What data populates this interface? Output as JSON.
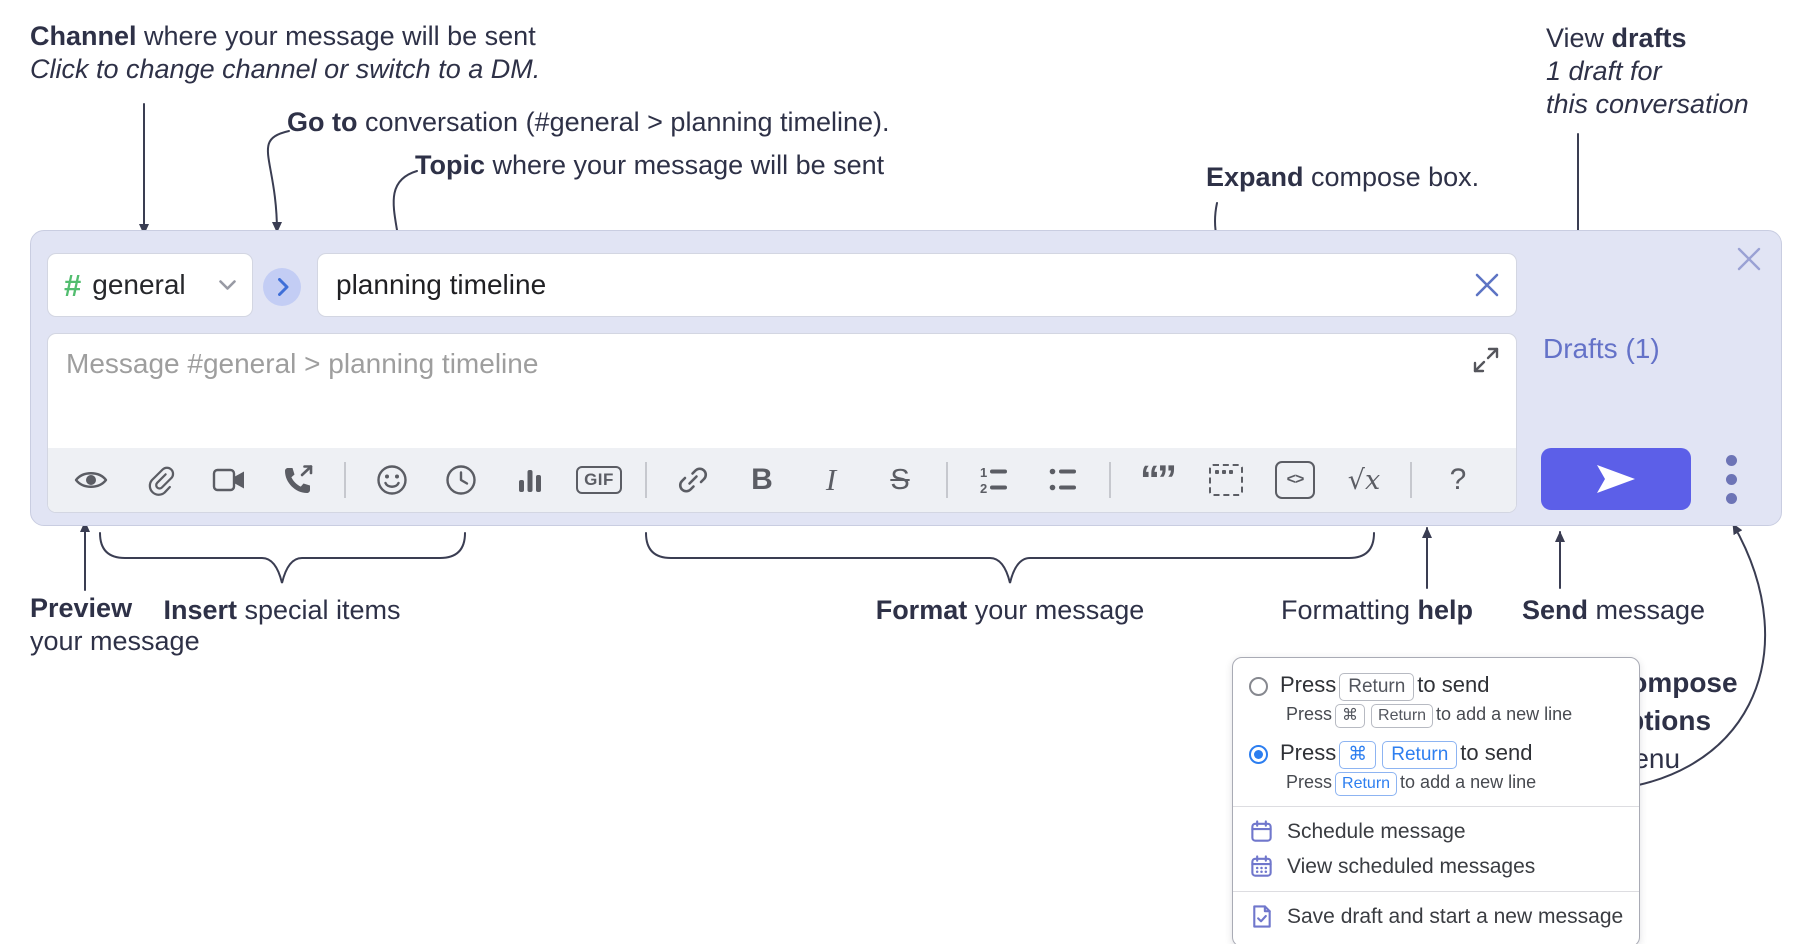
{
  "colors": {
    "annotation_text": "#2e3147",
    "leader_lines": "#3a3d52",
    "compose_background": "#e1e4f4",
    "toolbar_background": "#eef0f4",
    "hash_green": "#52bd6f",
    "send_button": "#5c5fe8",
    "drafts_link": "#6472c8",
    "radio_blue": "#2c7ef0",
    "menu_icon_purple": "#7077cc"
  },
  "annotations": {
    "channel_line1": [
      {
        "text": "Channel",
        "bold": true
      },
      {
        "text": " where your message will be sent"
      }
    ],
    "channel_line2": [
      {
        "text": "Click to change channel or switch to a DM.",
        "italic": true
      }
    ],
    "goto": [
      {
        "text": "Go to",
        "bold": true
      },
      {
        "text": " conversation (#general > planning timeline)."
      }
    ],
    "topic": [
      {
        "text": "Topic",
        "bold": true
      },
      {
        "text": " where your message will be sent"
      }
    ],
    "expand": [
      {
        "text": "Expand",
        "bold": true
      },
      {
        "text": " compose box."
      }
    ],
    "drafts_line1": [
      {
        "text": "View "
      },
      {
        "text": "drafts",
        "bold": true
      }
    ],
    "drafts_line2": [
      {
        "text": "1 draft for",
        "italic": true
      }
    ],
    "drafts_line3": [
      {
        "text": "this conversation",
        "italic": true
      }
    ],
    "preview_line1": [
      {
        "text": "Preview",
        "bold": true
      }
    ],
    "preview_line2": [
      {
        "text": "your message"
      }
    ],
    "insert": [
      {
        "text": "Insert",
        "bold": true
      },
      {
        "text": " special items"
      }
    ],
    "format": [
      {
        "text": "Format",
        "bold": true
      },
      {
        "text": " your message"
      }
    ],
    "help": [
      {
        "text": "Formatting "
      },
      {
        "text": "help",
        "bold": true
      }
    ],
    "send": [
      {
        "text": "Send",
        "bold": true
      },
      {
        "text": " message"
      }
    ],
    "options_line1": [
      {
        "text": "Compose",
        "bold": true
      }
    ],
    "options_line2": [
      {
        "text": "options",
        "bold": true
      }
    ],
    "options_line3": [
      {
        "text": "menu"
      }
    ]
  },
  "compose": {
    "channel": {
      "hash": "#",
      "name": "general"
    },
    "topic_value": "planning timeline",
    "message_placeholder": "Message #general > planning timeline",
    "drafts_link": "Drafts (1)",
    "toolbar": {
      "gif": "GIF",
      "bold": "B",
      "italic": "I",
      "strike": "S",
      "quote": "“”",
      "code": "<>",
      "math": "√x",
      "help": "?",
      "icons": [
        "eye-preview",
        "paperclip-attach",
        "video-camera-call",
        "phone-call",
        "emoji-smiley",
        "clock-time",
        "bar-chart-poll",
        "gif",
        "link",
        "bold",
        "italic",
        "strikethrough",
        "numbered-list",
        "bulleted-list",
        "quote",
        "spoiler",
        "code",
        "math",
        "help"
      ]
    }
  },
  "menu": {
    "options": [
      {
        "selected": false,
        "main": [
          {
            "text": "Press"
          },
          {
            "text": "Return",
            "kbd": "gray"
          },
          {
            "text": "to send"
          }
        ],
        "sub": [
          {
            "text": "Press"
          },
          {
            "text": "⌘",
            "kbd": "gray"
          },
          {
            "text": "Return",
            "kbd": "gray"
          },
          {
            "text": "to add a new line"
          }
        ]
      },
      {
        "selected": true,
        "main": [
          {
            "text": "Press"
          },
          {
            "text": "⌘",
            "kbd": "blue"
          },
          {
            "text": "Return",
            "kbd": "blue"
          },
          {
            "text": "to send"
          }
        ],
        "sub": [
          {
            "text": "Press"
          },
          {
            "text": "Return",
            "kbd": "blue"
          },
          {
            "text": "to add a new line"
          }
        ]
      }
    ],
    "items": [
      {
        "icon": "calendar-icon",
        "label": "Schedule message"
      },
      {
        "icon": "calendar-grid-icon",
        "label": "View scheduled messages"
      },
      {
        "icon": "draft-check-icon",
        "label": "Save draft and start a new message"
      }
    ]
  }
}
